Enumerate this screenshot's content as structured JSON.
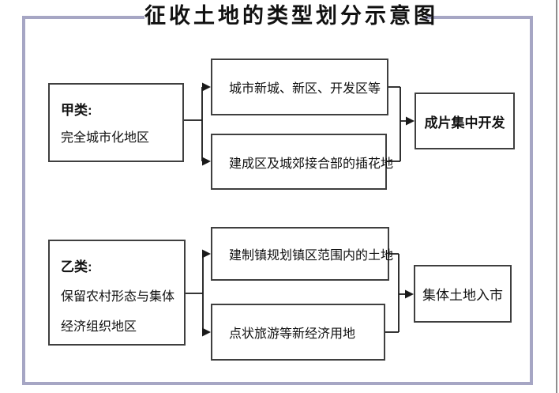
{
  "title": "征收土地的类型划分示意图",
  "colors": {
    "frame_border": "#a6a6c4",
    "box_border": "#3f3f3f",
    "connector": "#1a1a1a",
    "text": "#111111"
  },
  "groups": [
    {
      "source": {
        "label": "甲类:",
        "desc": [
          "完全城市化地区"
        ]
      },
      "branches": [
        "城市新城、新区、开发区等",
        "建成区及城郊接合部的插花地"
      ],
      "result": "成片集中开发"
    },
    {
      "source": {
        "label": "乙类:",
        "desc": [
          "保留农村形态与集体",
          "经济组织地区"
        ]
      },
      "branches": [
        "建制镇规划镇区范围内的土地",
        "点状旅游等新经济用地"
      ],
      "result": "集体土地入市"
    }
  ]
}
